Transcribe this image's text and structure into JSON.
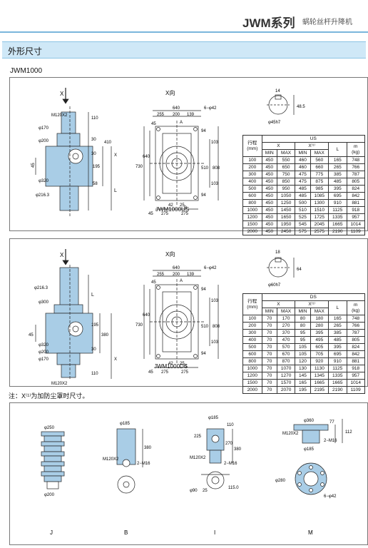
{
  "header": {
    "title": "JWM系列",
    "subtitle": "蜗轮丝杆升降机"
  },
  "section_title": "外形尺寸",
  "model_label": "JWM1000",
  "note": "注：X⁽¹⁾为加防尘罩时尺寸。",
  "top": {
    "x_arrow": "X",
    "x_view": "X向",
    "left_dims": [
      "M120X2",
      "φ170",
      "φ200",
      "φ320",
      "φ216.3",
      "45",
      "110",
      "30",
      "410",
      "X",
      "195",
      "58",
      "L",
      "30"
    ],
    "mid_dims": [
      "640",
      "255",
      "200",
      "139",
      "6−φ42",
      "A",
      "45",
      "730",
      "640",
      "510",
      "808",
      "94",
      "103",
      "103",
      "94",
      "42",
      "25",
      "45",
      "275",
      "275",
      "B"
    ],
    "key_dims": [
      "14",
      "48.5",
      "φ45h7"
    ],
    "caption": "JWM1000US",
    "table": {
      "title": "US",
      "h_stroke": "行程",
      "h_unit": "(mm)",
      "h_x": "X",
      "h_x1": "X⁽¹⁾",
      "h_L": "L",
      "h_m": "m",
      "h_kg": "(kg)",
      "sub": [
        "MIN",
        "MAX",
        "MIN",
        "MAX"
      ],
      "rows": [
        [
          "100",
          "450",
          "550",
          "460",
          "560",
          "165",
          "748"
        ],
        [
          "200",
          "450",
          "650",
          "460",
          "660",
          "265",
          "766"
        ],
        [
          "300",
          "450",
          "750",
          "475",
          "775",
          "385",
          "787"
        ],
        [
          "400",
          "450",
          "850",
          "475",
          "875",
          "485",
          "805"
        ],
        [
          "500",
          "450",
          "950",
          "485",
          "985",
          "395",
          "824"
        ],
        [
          "600",
          "450",
          "1050",
          "485",
          "1085",
          "695",
          "842"
        ],
        [
          "800",
          "450",
          "1250",
          "500",
          "1300",
          "910",
          "881"
        ],
        [
          "1000",
          "450",
          "1450",
          "510",
          "1510",
          "1125",
          "918"
        ],
        [
          "1200",
          "450",
          "1650",
          "525",
          "1725",
          "1335",
          "957"
        ],
        [
          "1500",
          "450",
          "1950",
          "545",
          "2045",
          "1665",
          "1014"
        ],
        [
          "2000",
          "450",
          "2450",
          "575",
          "2575",
          "2190",
          "1109"
        ]
      ]
    }
  },
  "bottom": {
    "x_arrow": "X",
    "x_view": "X向",
    "left_dims": [
      "φ216.3",
      "φ300",
      "L",
      "45",
      "195",
      "380",
      "30",
      "φ320",
      "φ200",
      "φ170",
      "M120X2",
      "X",
      "110"
    ],
    "mid_dims": [
      "640",
      "255",
      "200",
      "139",
      "6−φ42",
      "A",
      "45",
      "730",
      "640",
      "510",
      "808",
      "94",
      "103",
      "103",
      "94",
      "42",
      "25",
      "45",
      "275",
      "275",
      "B"
    ],
    "key_dims": [
      "18",
      "64",
      "φ60h7"
    ],
    "caption": "JWM1000DS",
    "table": {
      "title": "DS",
      "h_stroke": "行程",
      "h_unit": "(mm)",
      "h_x": "X",
      "h_x1": "X⁽¹⁾",
      "h_L": "L",
      "h_m": "m",
      "h_kg": "(kg)",
      "sub": [
        "MIN",
        "MAX",
        "MIN",
        "MAX"
      ],
      "rows": [
        [
          "100",
          "70",
          "170",
          "80",
          "180",
          "165",
          "748"
        ],
        [
          "200",
          "70",
          "270",
          "80",
          "280",
          "265",
          "766"
        ],
        [
          "300",
          "70",
          "370",
          "95",
          "395",
          "385",
          "787"
        ],
        [
          "400",
          "70",
          "470",
          "95",
          "495",
          "485",
          "805"
        ],
        [
          "500",
          "70",
          "570",
          "105",
          "605",
          "395",
          "824"
        ],
        [
          "600",
          "70",
          "670",
          "105",
          "705",
          "695",
          "842"
        ],
        [
          "800",
          "70",
          "870",
          "120",
          "920",
          "910",
          "881"
        ],
        [
          "1000",
          "70",
          "1070",
          "130",
          "1130",
          "1125",
          "918"
        ],
        [
          "1200",
          "70",
          "1270",
          "145",
          "1345",
          "1335",
          "957"
        ],
        [
          "1500",
          "70",
          "1570",
          "165",
          "1665",
          "1665",
          "1014"
        ],
        [
          "2000",
          "70",
          "2070",
          "195",
          "2195",
          "2190",
          "1109"
        ]
      ]
    }
  },
  "accessories": {
    "J": {
      "label": "J",
      "dims": [
        "φ250",
        "φ200"
      ]
    },
    "B": {
      "label": "B",
      "dims": [
        "φ185",
        "380",
        "M120X2",
        "2−M16"
      ]
    },
    "I": {
      "label": "I",
      "dims": [
        "φ185",
        "110",
        "225",
        "270",
        "380",
        "M120X2",
        "2−M16",
        "φ90",
        "25",
        "115.0"
      ]
    },
    "M": {
      "label": "M",
      "dims": [
        "φ360",
        "M120X2",
        "77",
        "112",
        "2−M16",
        "φ185",
        "φ280",
        "6−φ42"
      ]
    }
  },
  "colors": {
    "accent": "#7ab6dc",
    "section_bg": "#cfe8f7",
    "part_fill": "#a9cde6",
    "line": "#222222"
  }
}
